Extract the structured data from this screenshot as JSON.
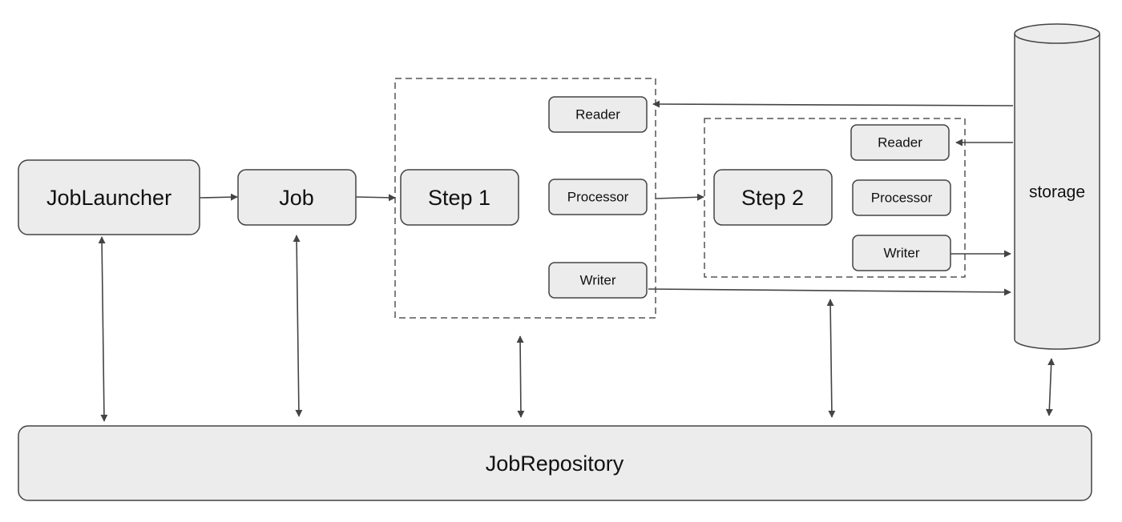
{
  "nodes": {
    "job_launcher": "JobLauncher",
    "job": "Job",
    "step1": "Step 1",
    "step1_reader": "Reader",
    "step1_processor": "Processor",
    "step1_writer": "Writer",
    "step2": "Step 2",
    "step2_reader": "Reader",
    "step2_processor": "Processor",
    "step2_writer": "Writer",
    "storage": "storage",
    "job_repository": "JobRepository"
  },
  "colors": {
    "node_fill": "#ececec",
    "stroke": "#444444"
  }
}
